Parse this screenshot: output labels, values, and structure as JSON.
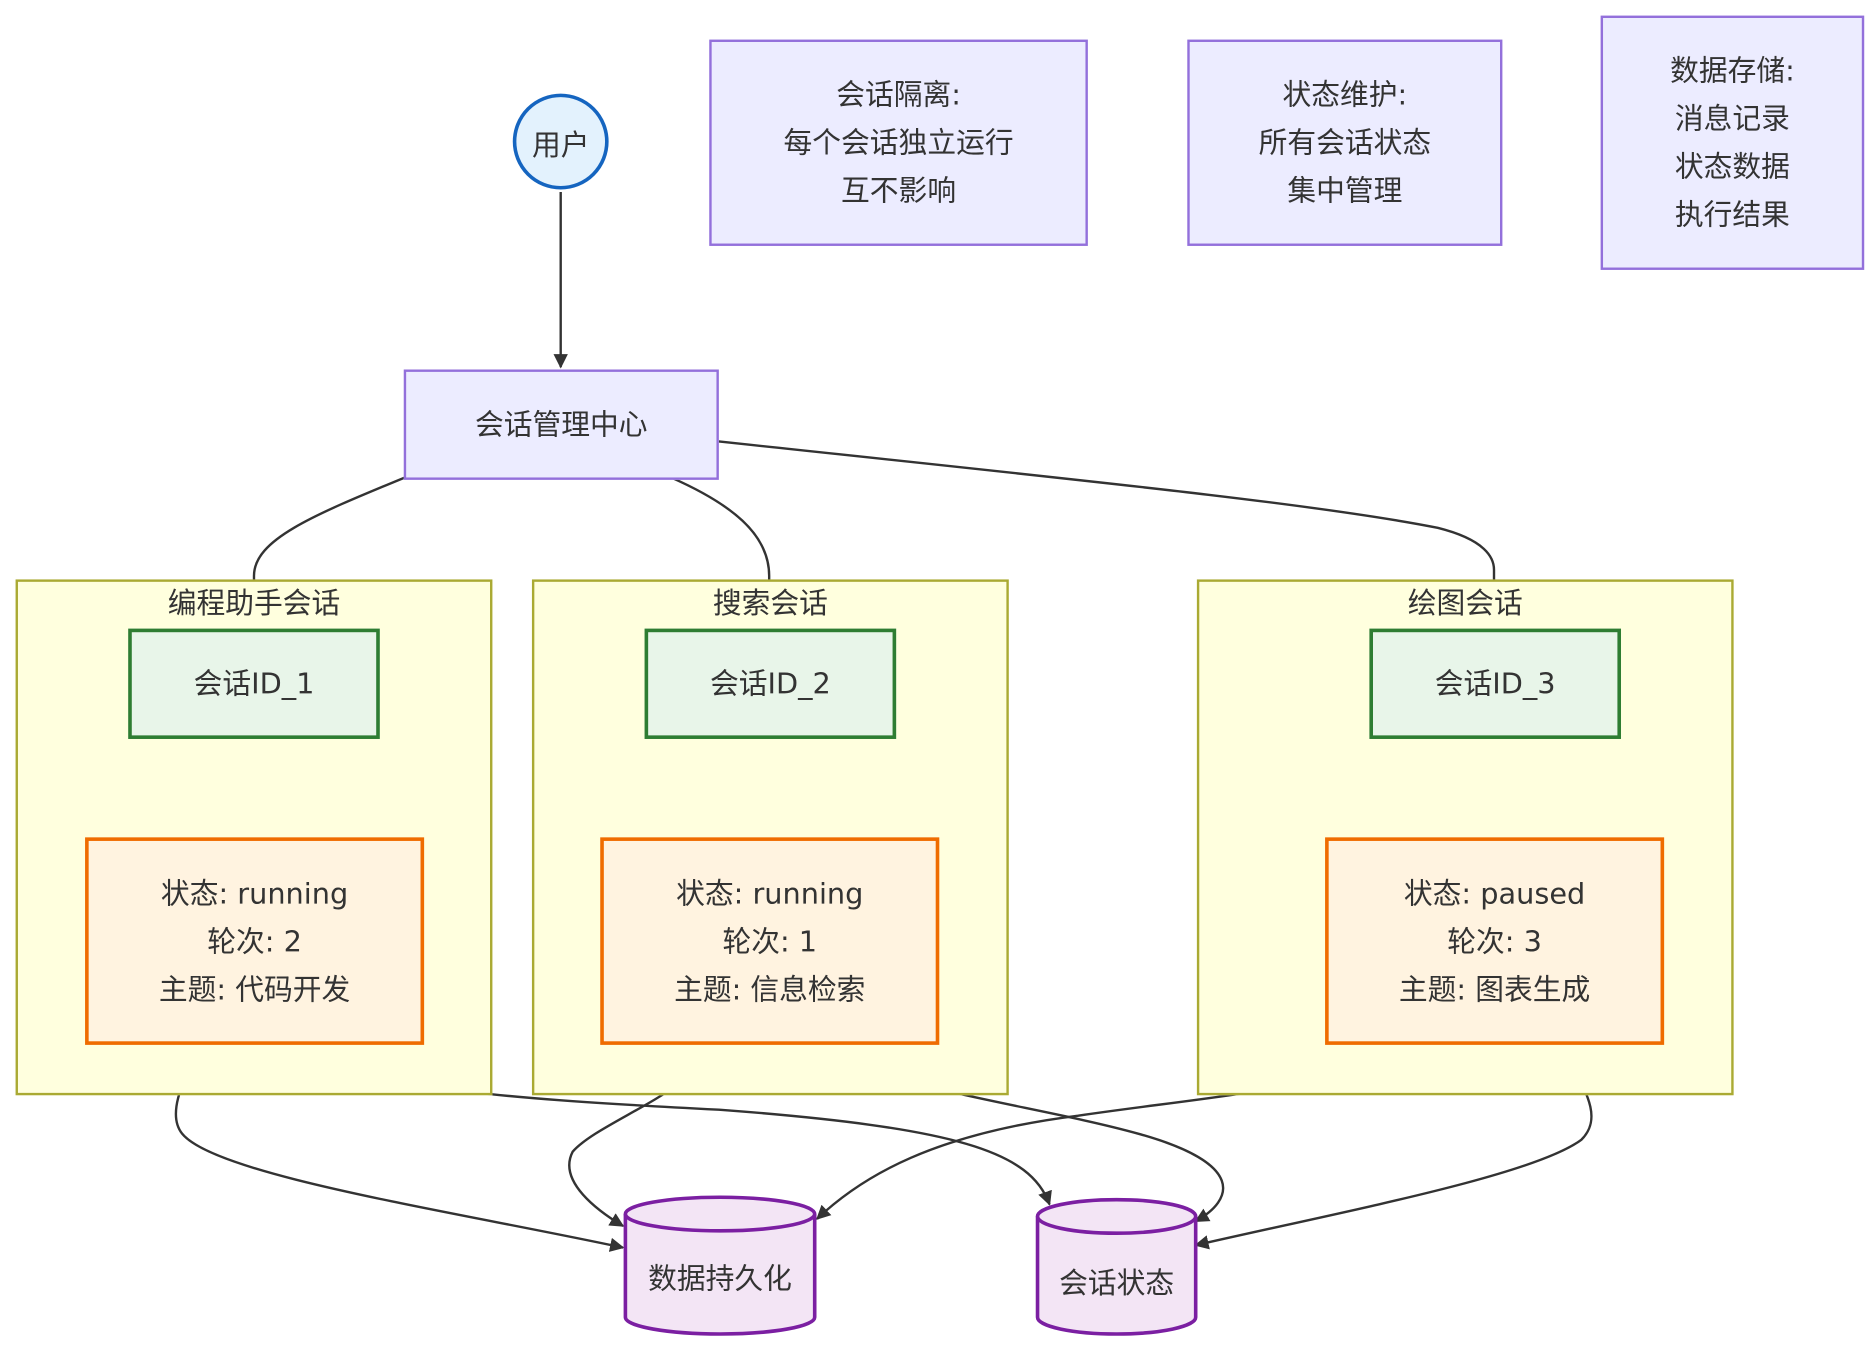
{
  "notes": {
    "isolation": [
      "会话隔离:",
      "每个会话独立运行",
      "互不影响"
    ],
    "state": [
      "状态维护:",
      "所有会话状态",
      "集中管理"
    ],
    "storage": [
      "数据存储:",
      "消息记录",
      "状态数据",
      "执行结果"
    ]
  },
  "user": "用户",
  "hub": "会话管理中心",
  "clusters": [
    {
      "title": "编程助手会话",
      "session": "会话ID_1",
      "lines": [
        "状态: running",
        "轮次: 2",
        "主题: 代码开发"
      ]
    },
    {
      "title": "搜索会话",
      "session": "会话ID_2",
      "lines": [
        "状态: running",
        "轮次: 1",
        "主题: 信息检索"
      ]
    },
    {
      "title": "绘图会话",
      "session": "会话ID_3",
      "lines": [
        "状态: paused",
        "轮次: 3",
        "主题: 图表生成"
      ]
    }
  ],
  "databases": {
    "persistence": "数据持久化",
    "session_state": "会话状态"
  },
  "colors": {
    "note_fill": "#ECECFF",
    "note_border": "#9370DB",
    "cluster_fill": "#FFFFDE",
    "cluster_border": "#AAAA33",
    "session_fill": "#E8F5E9",
    "session_border": "#2E7D32",
    "state_fill": "#FFF3E0",
    "state_border": "#EF6C00",
    "user_fill": "#E3F2FD",
    "user_border": "#1565C0",
    "db_fill": "#F3E5F5",
    "db_border": "#7B1FA2",
    "edge": "#333333"
  }
}
